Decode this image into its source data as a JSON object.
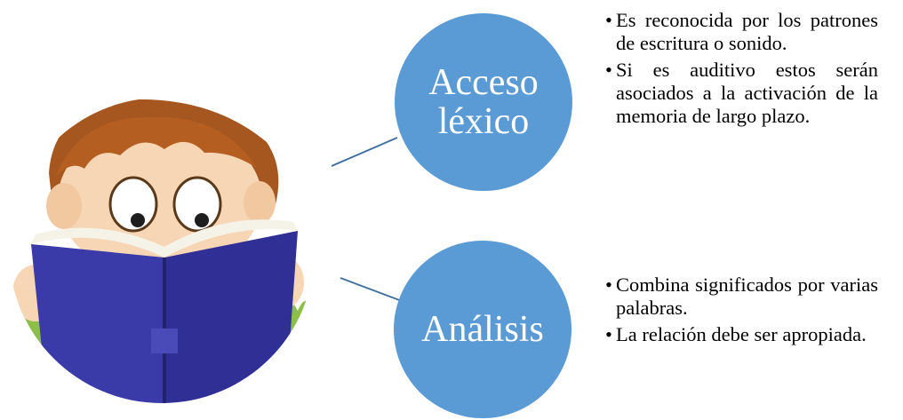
{
  "colors": {
    "node_fill": "#5b9bd5",
    "connector": "#41719c",
    "book": "#3a3aa8",
    "hair": "#a6561f",
    "skin": "#f7d6b5"
  },
  "illustration": {
    "icon": "child-reading-book-icon"
  },
  "nodes": [
    {
      "label_line1": "Acceso",
      "label_line2": "léxico",
      "bullets": [
        "Es reconocida por los patrones de escritura o sonido.",
        "Si es auditivo estos serán asociados a la activación de la memoria de largo plazo."
      ]
    },
    {
      "label_line1": "Análisis",
      "bullets": [
        "Combina significados por varias palabras.",
        "La relación debe ser apropiada."
      ]
    }
  ],
  "bullet_char": "•"
}
